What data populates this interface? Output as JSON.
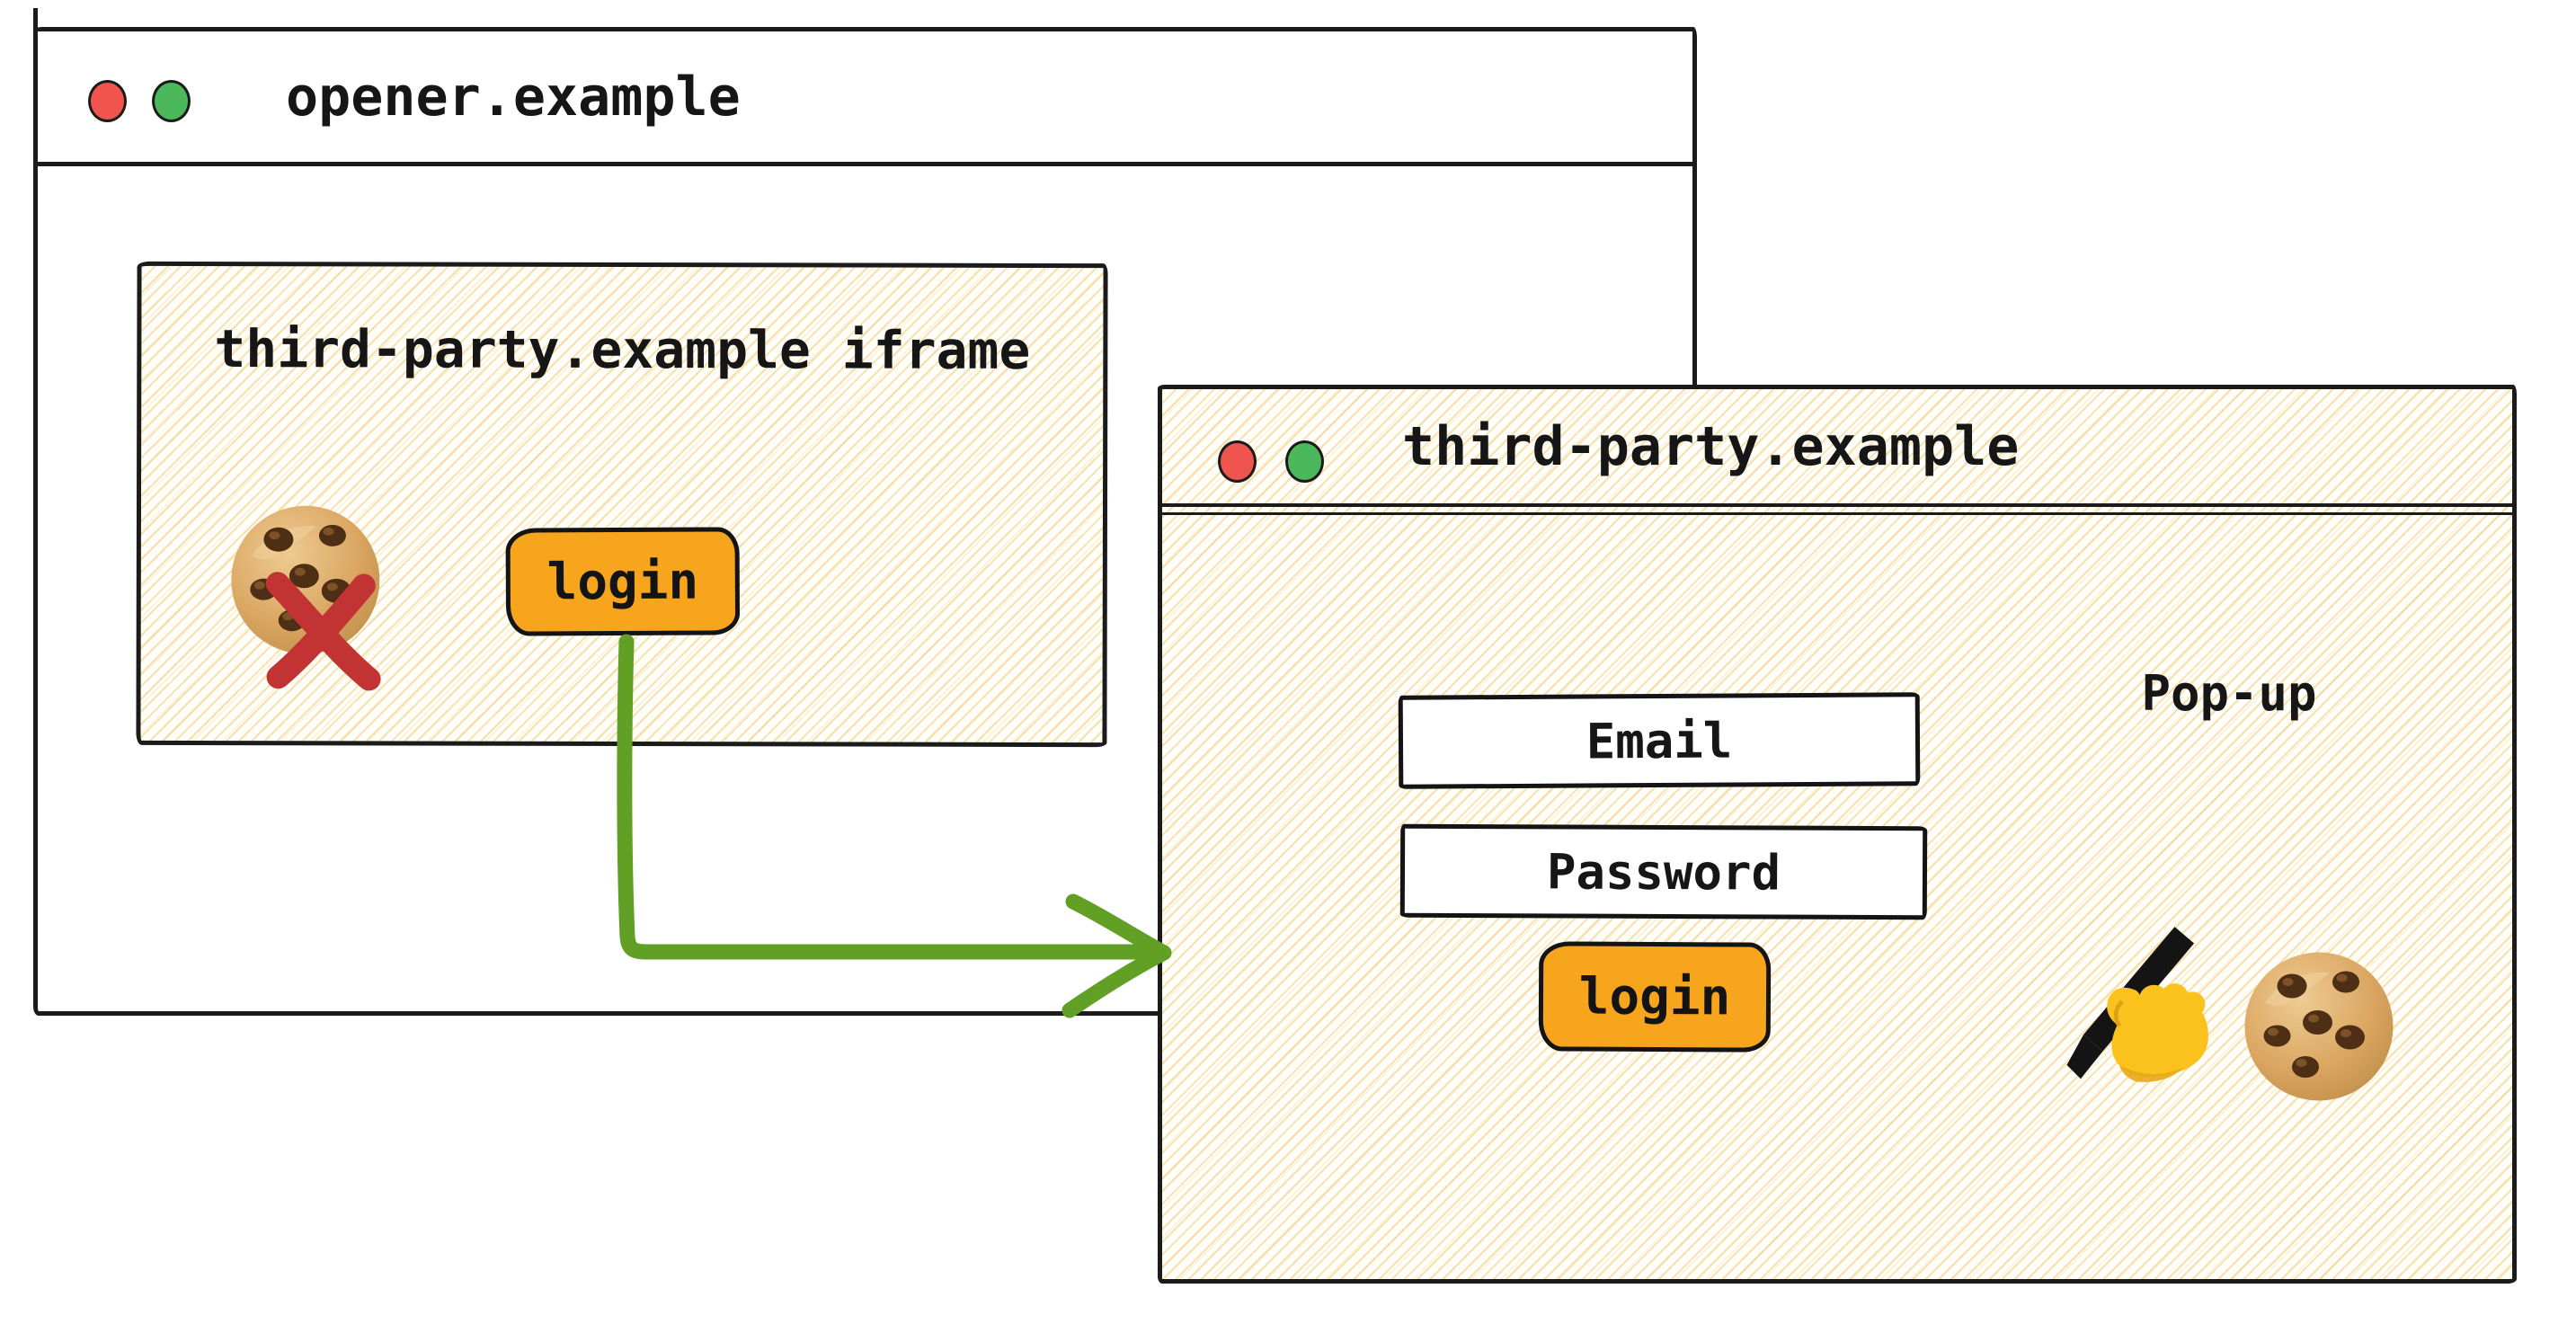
{
  "opener": {
    "title": "opener.example",
    "traffic_lights": [
      "red",
      "green"
    ]
  },
  "iframe": {
    "title": "third-party.example iframe",
    "login_button": "login",
    "icons": [
      "cookie-icon",
      "blocked-cross-icon"
    ]
  },
  "popup": {
    "title": "third-party.example",
    "badge": "Pop-up",
    "email_field": "Email",
    "password_field": "Password",
    "login_button": "login",
    "traffic_lights": [
      "red",
      "green"
    ],
    "icons": [
      "writing-hand-icon",
      "cookie-icon"
    ]
  },
  "arrow": {
    "meaning": "login click opens pop-up",
    "from": "iframe-login-button",
    "to": "popup-window"
  },
  "colors": {
    "ink": "#1b1b1b",
    "button_orange": "#F6A51D",
    "arrow_green": "#61A024",
    "cross_red": "#C23434",
    "traffic_red": "#F0544F",
    "traffic_green": "#4CB85C",
    "hachure_line": "#F2C164",
    "paper": "#FFFEF8"
  }
}
